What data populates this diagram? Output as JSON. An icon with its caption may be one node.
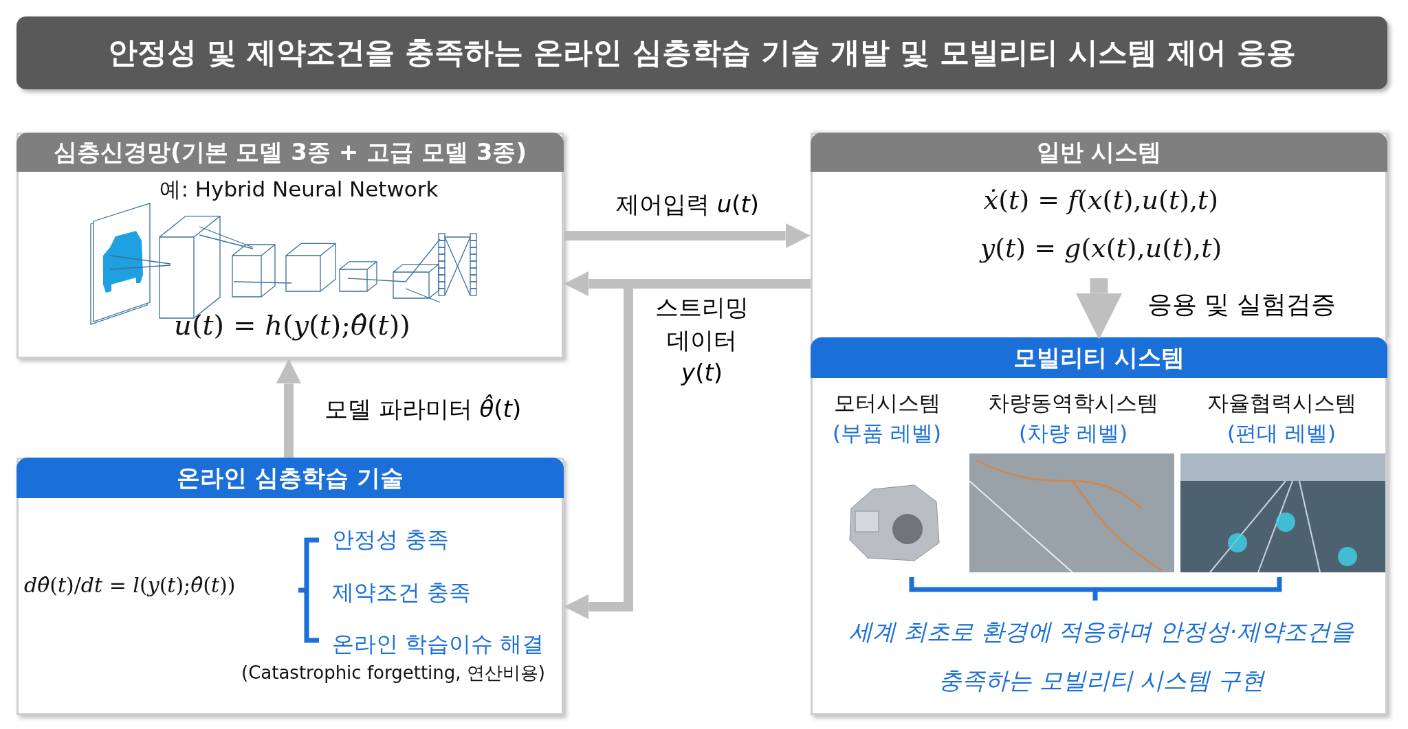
{
  "diagram": {
    "title": "안정성 및 제약조건을 충족하는 온라인 심층학습 기술 개발 및 모빌리티 시스템 제어 응용",
    "nodes": [
      {
        "text": [
          "심층신경망(기본 모델 3종 + 고급 모델 3종)",
          "예: Hybrid Neural Network",
          "*u*(*t*) = *h*(*y*(*t*);*θ̂*(*t*))"
        ]
      },
      {
        "text": [
          "일반 시스템",
          "*ẋ*(*t*) = *f*(*x*(*t*),*u*(*t*),*t*)",
          "*y*(*t*) = *g*(*x*(*t*),*u*(*t*),*t*)"
        ]
      },
      {
        "text": [
          "모빌리티 시스템",
          "세계 최초로 환경에 적응하며 안정성·제약조건을 충족하는 모빌리티 시스템 구현"
        ]
      },
      {
        "text": [
          "온라인 심층학습 기술",
          "*dθ̂*(*t*)/*dt* = *l*(*y*(*t*);*θ̂*(*t*))",
          "안정성 충족",
          "제약조건 충족",
          "온라인 학습이슈 해결",
          "(Catastrophic forgetting, 연산비용)"
        ]
      }
    ],
    "edges": [
      {
        "from": 0,
        "to": 1,
        "arrow": "to",
        "label": "제어입력 *u*(*t*)"
      },
      {
        "from": 1,
        "to": 0,
        "arrow": "to",
        "label": "스트리밍 데이터 *y*(*t*)"
      },
      {
        "from": 1,
        "to": 3,
        "arrow": "to"
      },
      {
        "from": 3,
        "to": 0,
        "arrow": "to",
        "label": "모델 파라미터 *θ̂*(*t*)"
      },
      {
        "from": 1,
        "to": 2,
        "arrow": "to",
        "label": "응용 및 실험검증",
        "style": "thick"
      }
    ],
    "labels": [
      "모터시스템",
      "(부품 레벨)",
      "차량동역학시스템",
      "(차량 레벨)",
      "자율협력시스템",
      "(편대 레벨)"
    ]
  }
}
